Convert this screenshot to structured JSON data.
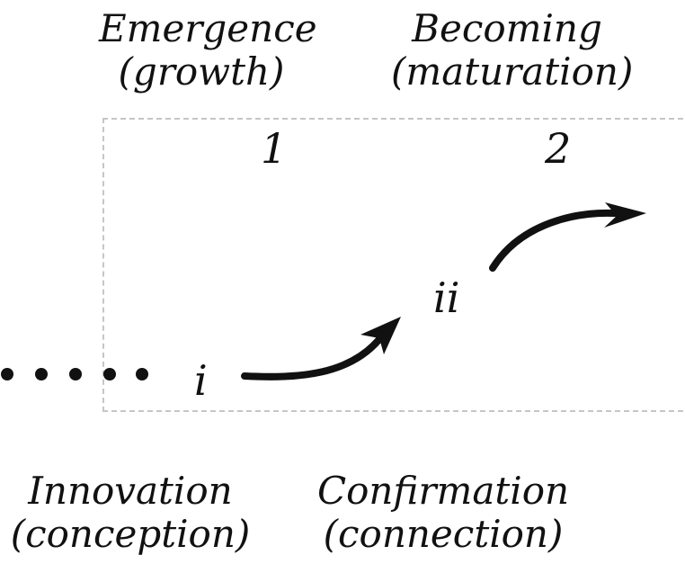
{
  "top_labels": {
    "emergence": {
      "line1": "Emergence",
      "line2": "(growth)"
    },
    "becoming": {
      "line1": "Becoming",
      "line2": "(maturation)"
    }
  },
  "bottom_labels": {
    "innovation": {
      "line1": "Innovation",
      "line2": "(conception)"
    },
    "confirmation": {
      "line1": "Confirmation",
      "line2": "(connection)"
    }
  },
  "stages": {
    "one": "1",
    "two": "2"
  },
  "points": {
    "i": "i",
    "ii": "ii"
  },
  "colors": {
    "ink": "#111111",
    "dashed_box": "#c6c6c6"
  }
}
